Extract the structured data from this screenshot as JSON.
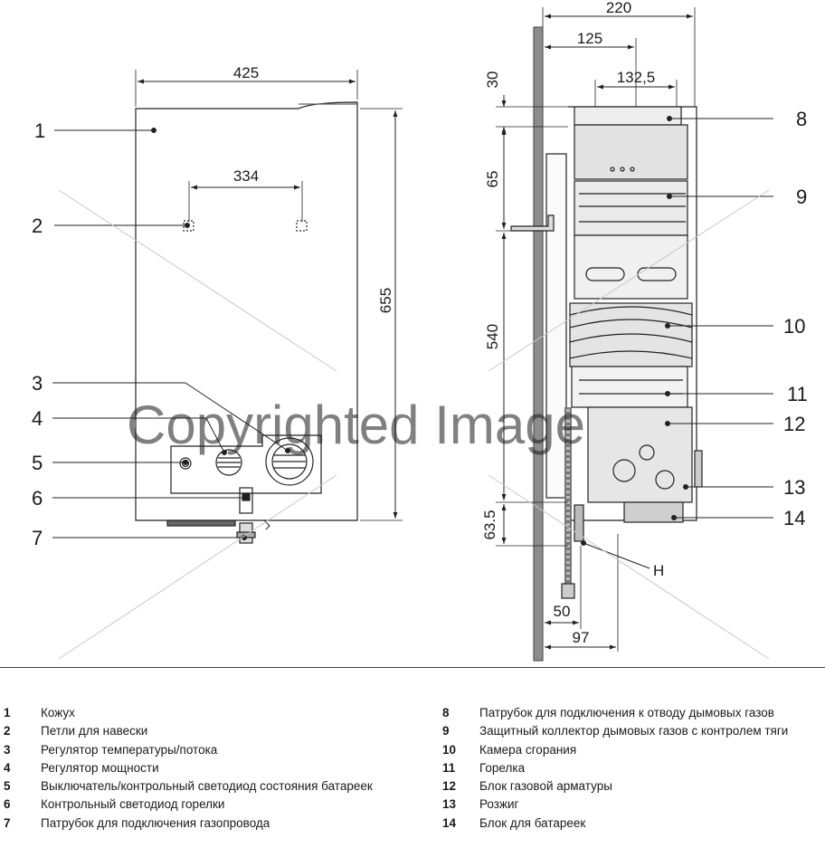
{
  "dimensions": {
    "front_width": "425",
    "hanger_spacing": "334",
    "height": "655",
    "side_depth": "220",
    "flue_offset": "125",
    "flue_center": "132,5",
    "top_offset": "30",
    "hanger_drop": "65",
    "main_span": "540",
    "gas_height": "63.5",
    "gas_depth_50": "50",
    "gas_depth_97": "97"
  },
  "callouts": {
    "c1": "1",
    "c2": "2",
    "c3": "3",
    "c4": "4",
    "c5": "5",
    "c6": "6",
    "c7": "7",
    "c8": "8",
    "c9": "9",
    "c10": "10",
    "c11": "11",
    "c12": "12",
    "c13": "13",
    "c14": "14",
    "h": "H"
  },
  "watermark": "Copyrighted Image",
  "legend_left": [
    {
      "num": "1",
      "text": "Кожух"
    },
    {
      "num": "2",
      "text": "Петли для навески"
    },
    {
      "num": "3",
      "text": "Регулятор температуры/потока"
    },
    {
      "num": "4",
      "text": "Регулятор мощности"
    },
    {
      "num": "5",
      "text": "Выключатель/контрольный светодиод состояния батареек"
    },
    {
      "num": "6",
      "text": "Контрольный светодиод горелки"
    },
    {
      "num": "7",
      "text": "Патрубок для подключения газопровода"
    }
  ],
  "legend_right": [
    {
      "num": "8",
      "text": "Патрубок для подключения к отводу дымовых газов"
    },
    {
      "num": "9",
      "text": "Защитный коллектор дымовых газов с контролем тяги"
    },
    {
      "num": "10",
      "text": "Камера сгорания"
    },
    {
      "num": "11",
      "text": "Горелка"
    },
    {
      "num": "12",
      "text": "Блок газовой арматуры"
    },
    {
      "num": "13",
      "text": "Розжиг"
    },
    {
      "num": "14",
      "text": "Блок для батареек"
    }
  ]
}
